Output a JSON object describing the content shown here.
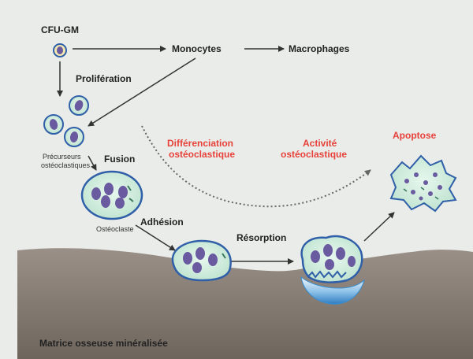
{
  "labels": {
    "cfu_gm": "CFU-GM",
    "monocytes": "Monocytes",
    "macrophages": "Macrophages",
    "proliferation": "Prolifération",
    "precurseurs_l1": "Précurseurs",
    "precurseurs_l2": "ostéoclastiques",
    "fusion": "Fusion",
    "osteoclaste": "Ostéoclaste",
    "adhesion": "Adhésion",
    "resorption": "Résorption",
    "matrice": "Matrice osseuse minéralisée"
  },
  "stages": {
    "differenciation_l1": "Différenciation",
    "differenciation_l2": "ostéoclastique",
    "activite_l1": "Activité",
    "activite_l2": "ostéoclastique",
    "apoptose": "Apoptose"
  },
  "colors": {
    "background": "#e9ece8",
    "bone": "#857a70",
    "cell_fill": "#cfeede",
    "cell_stroke": "#2f5fa8",
    "nucleus": "#6a5aa0",
    "stage_text": "#e8413a",
    "mineral": "#3a8fd0"
  }
}
